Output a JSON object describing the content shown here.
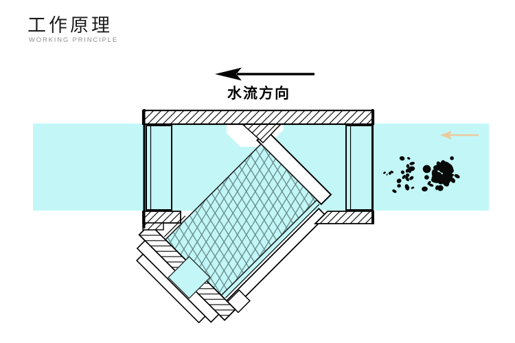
{
  "header": {
    "title": "工作原理",
    "subtitle": "WORKING PRINCIPLE"
  },
  "flow_direction": {
    "label": "水流方向"
  },
  "icons": {
    "flow_arrow": "left-arrow-icon",
    "inlet_arrow": "small-left-arrow-icon"
  },
  "colors": {
    "water": "#c3f7f7",
    "mesh_line": "#5f8484",
    "outline": "#000000",
    "hatch_line": "#111111",
    "debris": "#0a0a0a",
    "inlet_arrow": "#ecca9e",
    "title": "#1c1c1c",
    "subtitle": "#8f8f8f",
    "flow_arrow": "#000000"
  }
}
